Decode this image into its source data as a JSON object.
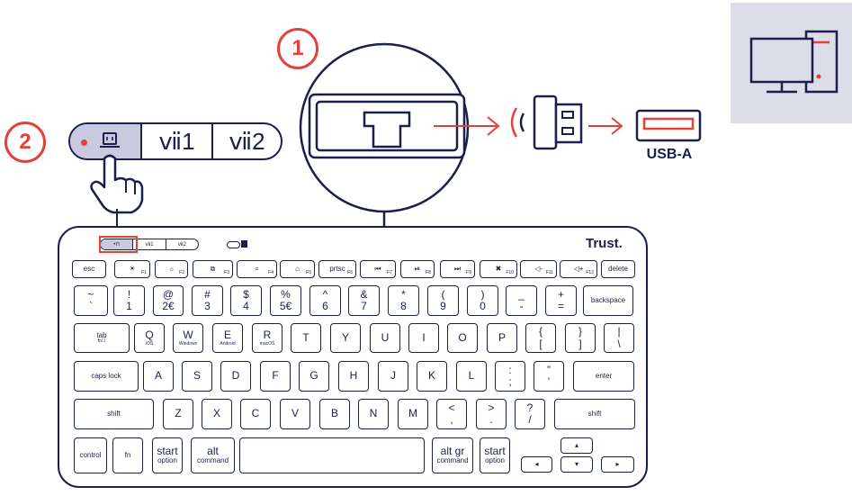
{
  "steps": {
    "one": "1",
    "two": "2"
  },
  "usb_label": "USB-A",
  "mode_switch": {
    "segments": [
      "",
      "̦1",
      "̦2"
    ],
    "segments_display": [
      "",
      "ⅶ1",
      "ⅶ2"
    ]
  },
  "keyboard": {
    "brand": "Trust.",
    "mini_switch": [
      "",
      "̦1",
      "̦2"
    ],
    "rows": [
      [
        {
          "t": "esc"
        },
        {
          "t": "☀",
          "f": "F1"
        },
        {
          "t": "☼",
          "f": "F2"
        },
        {
          "t": "⧉",
          "f": "F3"
        },
        {
          "t": "⌕",
          "f": "F4"
        },
        {
          "t": "⌂",
          "f": "F5"
        },
        {
          "t": "prtsc",
          "f": "F6"
        },
        {
          "t": "⏮",
          "f": "F7"
        },
        {
          "t": "⏯",
          "f": "F8"
        },
        {
          "t": "⏭",
          "f": "F9"
        },
        {
          "t": "✖",
          "f": "F10"
        },
        {
          "t": "◁-",
          "f": "F11"
        },
        {
          "t": "◁+",
          "f": "F12"
        },
        {
          "t": "delete"
        }
      ],
      [
        {
          "t": "~",
          "b": "`"
        },
        {
          "t": "!",
          "b": "1"
        },
        {
          "t": "@",
          "b": "2€"
        },
        {
          "t": "#",
          "b": "3"
        },
        {
          "t": "$",
          "b": "4"
        },
        {
          "t": "%",
          "b": "5€"
        },
        {
          "t": "^",
          "b": "6"
        },
        {
          "t": "&",
          "b": "7"
        },
        {
          "t": "*",
          "b": "8"
        },
        {
          "t": "(",
          "b": "9"
        },
        {
          "t": ")",
          "b": "0"
        },
        {
          "t": "_",
          "b": "-"
        },
        {
          "t": "+",
          "b": "="
        },
        {
          "t": "backspace"
        }
      ],
      [
        {
          "t": "tab",
          "s": "fn☐"
        },
        {
          "t": "Q",
          "s": "iOS"
        },
        {
          "t": "W",
          "s": "Windows"
        },
        {
          "t": "E",
          "s": "Android"
        },
        {
          "t": "R",
          "s": "macOS"
        },
        {
          "t": "T"
        },
        {
          "t": "Y"
        },
        {
          "t": "U"
        },
        {
          "t": "I"
        },
        {
          "t": "O"
        },
        {
          "t": "P"
        },
        {
          "t": "{",
          "b": "["
        },
        {
          "t": "}",
          "b": "]"
        },
        {
          "t": "|",
          "b": "\\"
        }
      ],
      [
        {
          "t": "caps lock"
        },
        {
          "t": "A"
        },
        {
          "t": "S"
        },
        {
          "t": "D"
        },
        {
          "t": "F"
        },
        {
          "t": "G"
        },
        {
          "t": "H"
        },
        {
          "t": "J"
        },
        {
          "t": "K"
        },
        {
          "t": "L"
        },
        {
          "t": ":",
          "b": ";"
        },
        {
          "t": "”",
          "b": "’"
        },
        {
          "t": "enter"
        }
      ],
      [
        {
          "t": "shift"
        },
        {
          "t": "Z"
        },
        {
          "t": "X"
        },
        {
          "t": "C"
        },
        {
          "t": "V"
        },
        {
          "t": "B"
        },
        {
          "t": "N"
        },
        {
          "t": "M"
        },
        {
          "t": "<",
          "b": ","
        },
        {
          "t": ">",
          "b": "."
        },
        {
          "t": "?",
          "b": "/"
        },
        {
          "t": "shift"
        }
      ],
      [
        {
          "t": "control"
        },
        {
          "t": "fn"
        },
        {
          "t": "start",
          "b": "option"
        },
        {
          "t": "alt",
          "b": "command"
        },
        {
          "t": ""
        },
        {
          "t": "alt gr",
          "b": "command"
        },
        {
          "t": "start",
          "b": "option"
        },
        {
          "t": "◂"
        },
        {
          "t": "▴"
        },
        {
          "t": "▾"
        },
        {
          "t": "▸"
        }
      ]
    ]
  },
  "colors": {
    "accent": "#e0433c",
    "ink": "#1b1f4a",
    "panel": "#dcdde8",
    "highlight": "#c9cadf"
  }
}
